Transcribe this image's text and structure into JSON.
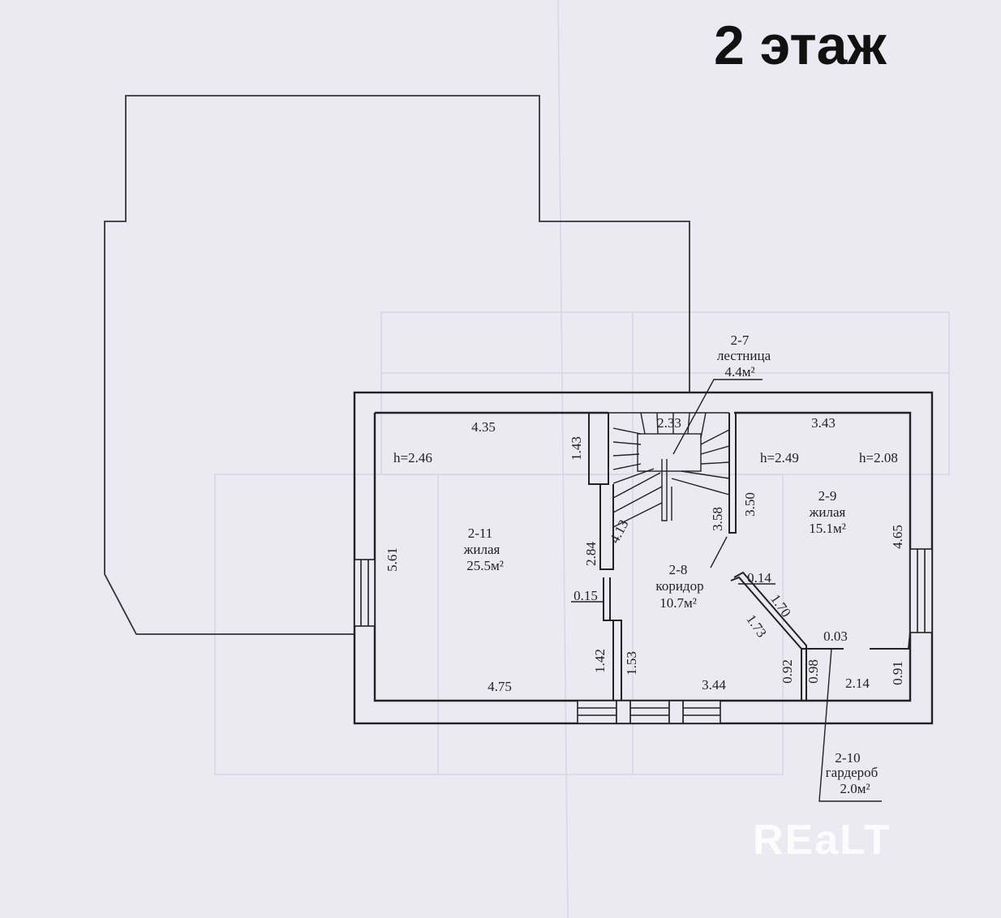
{
  "title": "2 этаж",
  "watermark": "REaLT",
  "rooms": {
    "r211": {
      "code": "2-11",
      "type": "жилая",
      "area": "25.5м²"
    },
    "r27": {
      "code": "2-7",
      "type": "лестница",
      "area": "4.4м²"
    },
    "r29": {
      "code": "2-9",
      "type": "жилая",
      "area": "15.1м²"
    },
    "r28": {
      "code": "2-8",
      "type": "коридор",
      "area": "10.7м²"
    },
    "r210": {
      "code": "2-10",
      "type": "гардероб",
      "area": "2.0м²"
    }
  },
  "heights": {
    "h1": "h=2.46",
    "h2": "h=2.49",
    "h3": "h=2.08"
  },
  "dims": {
    "d435": "4.35",
    "d143": "1.43",
    "d233": "2.33",
    "d343": "3.43",
    "d561": "5.61",
    "d284": "2.84",
    "d413": "4.13",
    "d015": "0.15",
    "d358": "3.58",
    "d350": "3.50",
    "d465": "4.65",
    "d014": "0.14",
    "d170": "1.70",
    "d173": "1.73",
    "d003": "0.03",
    "d142": "1.42",
    "d153": "1.53",
    "d092": "0.92",
    "d098": "0.98",
    "d091": "0.91",
    "d475": "4.75",
    "d344": "3.44",
    "d214": "2.14"
  }
}
